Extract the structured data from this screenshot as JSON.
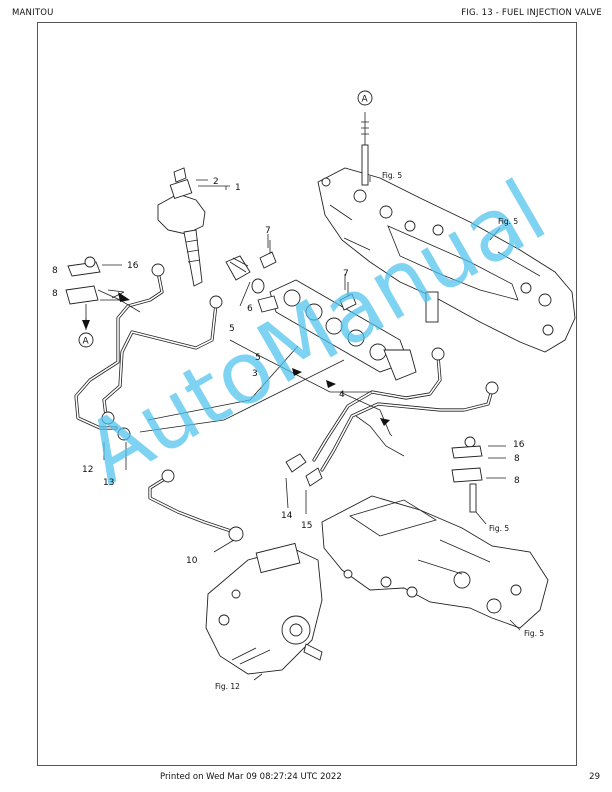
{
  "header": {
    "brand": "MANITOU",
    "figure_title": "FIG. 13 - FUEL INJECTION VALVE"
  },
  "footer": {
    "printed": "Printed on  Wed Mar 09 08:27:24 UTC 2022",
    "page": "29"
  },
  "watermark": {
    "text": "AutoManual",
    "color": "#4fc3ee"
  },
  "callouts": {
    "c1": "1",
    "c2": "2",
    "c3": "3",
    "c4": "4",
    "c5a": "5",
    "c5b": "5",
    "c6": "6",
    "c7a": "7",
    "c7b": "7",
    "c8a": "8",
    "c8b": "8",
    "c8c": "8",
    "c8d": "8",
    "c10": "10",
    "c12": "12",
    "c13": "13",
    "c14": "14",
    "c15": "15",
    "c16a": "16",
    "c16b": "16",
    "marker_a1": "A",
    "marker_a2": "A"
  },
  "refs": {
    "fig5a": "Fig. 5",
    "fig5b": "Fig. 5",
    "fig5c": "Fig. 5",
    "fig5d": "Fig. 5",
    "fig12": "Fig. 12"
  }
}
